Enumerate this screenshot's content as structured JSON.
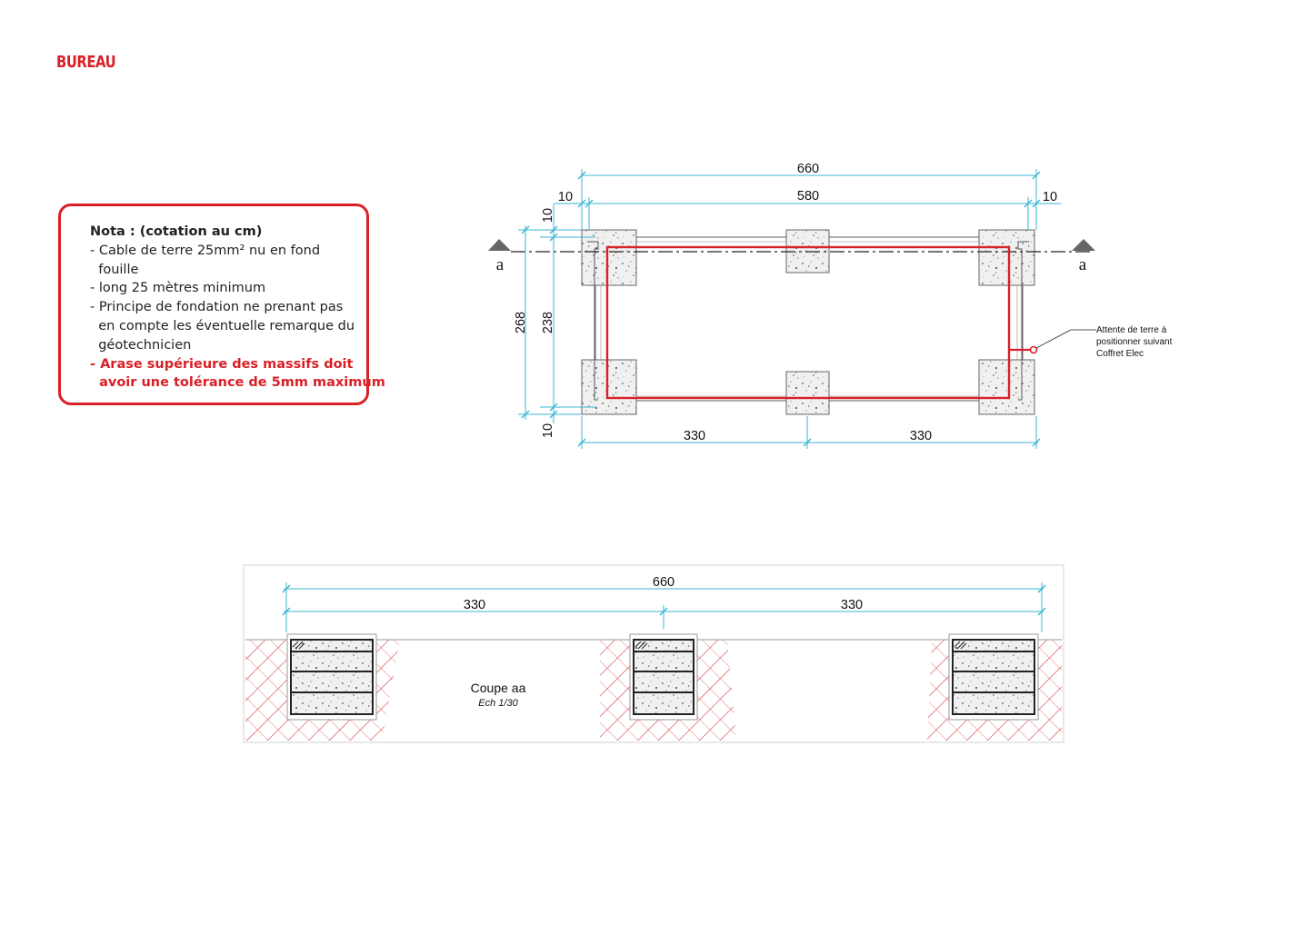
{
  "page": {
    "title": "BUREAU"
  },
  "note": {
    "lines": [
      {
        "text": "Nota : (cotation au cm)",
        "style": "head"
      },
      {
        "text": "- Cable de terre 25mm² nu en fond",
        "style": "normal"
      },
      {
        "text": "  fouille",
        "style": "normal"
      },
      {
        "text": "- long 25 mètres minimum",
        "style": "normal"
      },
      {
        "text": "- Principe de fondation ne prenant pas",
        "style": "normal"
      },
      {
        "text": "  en compte les éventuelle remarque du",
        "style": "normal"
      },
      {
        "text": "  géotechnicien",
        "style": "normal"
      },
      {
        "text": "- Arase supérieure des massifs doit",
        "style": "warn"
      },
      {
        "text": "  avoir une tolérance de 5mm maximum",
        "style": "warn"
      }
    ],
    "border_color": "#d92027"
  },
  "plan": {
    "dim_total": "660",
    "dim_inner": "580",
    "dim_left_offset": "10",
    "dim_right_offset": "10",
    "dim_top_offset": "10",
    "dim_bottom_offset": "10",
    "dim_depth_outer": "268",
    "dim_depth_inner": "238",
    "dim_half_left": "330",
    "dim_half_right": "330",
    "section_left_label": "a",
    "section_right_label": "a",
    "earth_callout": [
      "Attente de terre à",
      "positionner suivant",
      "Coffret Elec"
    ]
  },
  "section": {
    "dim_total": "660",
    "dim_half_left": "330",
    "dim_half_right": "330",
    "title": "Coupe aa",
    "scale": "Ech 1/30"
  },
  "colors": {
    "accent": "#d92027",
    "dimension": "#3ab4d6",
    "hatch": "#d9484f"
  }
}
